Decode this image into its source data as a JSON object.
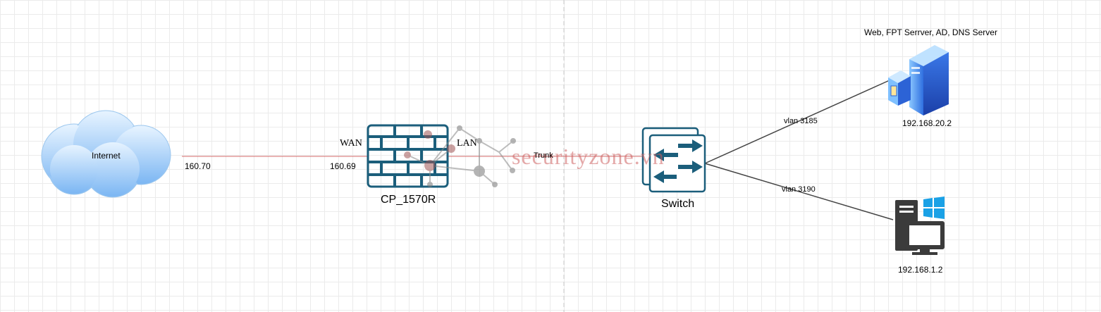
{
  "nodes": {
    "internet": {
      "label": "Internet",
      "icon": "cloud-icon"
    },
    "firewall": {
      "label": "CP_1570R",
      "icon": "firewall-icon",
      "wan_label": "WAN",
      "lan_label": "LAN"
    },
    "switch": {
      "label": "Switch",
      "icon": "switch-icon"
    },
    "server": {
      "title": "Web, FPT Serrver, AD, DNS Server",
      "ip": "192.168.20.2",
      "icon": "server-icon"
    },
    "pc": {
      "ip": "192.168.1.2",
      "icon": "windows-pc-icon"
    }
  },
  "links": {
    "internet_firewall": {
      "left_ip": "160.70",
      "right_ip": "160.69"
    },
    "firewall_switch": {
      "label": "Trunk"
    },
    "switch_server": {
      "label": "vlan 3185"
    },
    "switch_pc": {
      "label": "vlan 3190"
    }
  },
  "watermark": {
    "text": "securityzone.vn",
    "icon": "network-nodes-icon"
  },
  "colors": {
    "cloud_top": "#dff0ff",
    "cloud_bottom": "#7fb9f5",
    "firewall": "#1b5e7b",
    "switch": "#1b5e7b",
    "link_red": "#d46a6a",
    "link_gray": "#444444",
    "watermark": "#ce6060",
    "server_blue": "#2f80ed",
    "pc_dark": "#3b3b3b",
    "windows_blue": "#1aa1e6"
  }
}
